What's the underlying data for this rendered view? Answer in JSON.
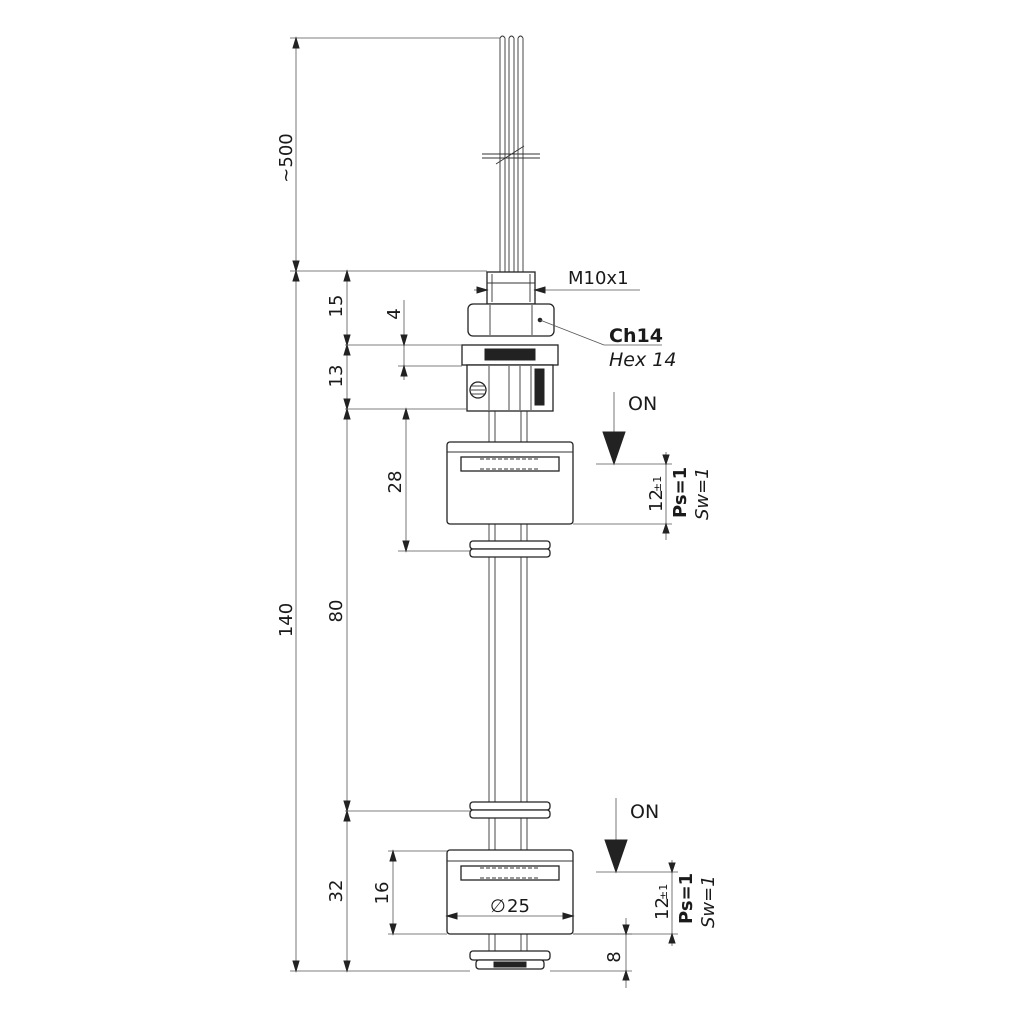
{
  "dims": {
    "cable_length": "~500",
    "total_length": "140",
    "d15": "15",
    "d13": "13",
    "d4": "4",
    "d28": "28",
    "d80": "80",
    "d32": "32",
    "d16": "16",
    "d8": "8",
    "diameter": "25",
    "diameter_symbol": "∅"
  },
  "labels": {
    "thread": "M10x1",
    "hex_code": "Ch14",
    "hex_desc": "Hex 14"
  },
  "switch_points": [
    {
      "on_label": "ON",
      "tolerance_value": "12",
      "tolerance_sign": "±1",
      "ps_label": "Ps=1",
      "sw_label": "Sw=1"
    },
    {
      "on_label": "ON",
      "tolerance_value": "12",
      "tolerance_sign": "±1",
      "ps_label": "Ps=1",
      "sw_label": "Sw=1"
    }
  ]
}
